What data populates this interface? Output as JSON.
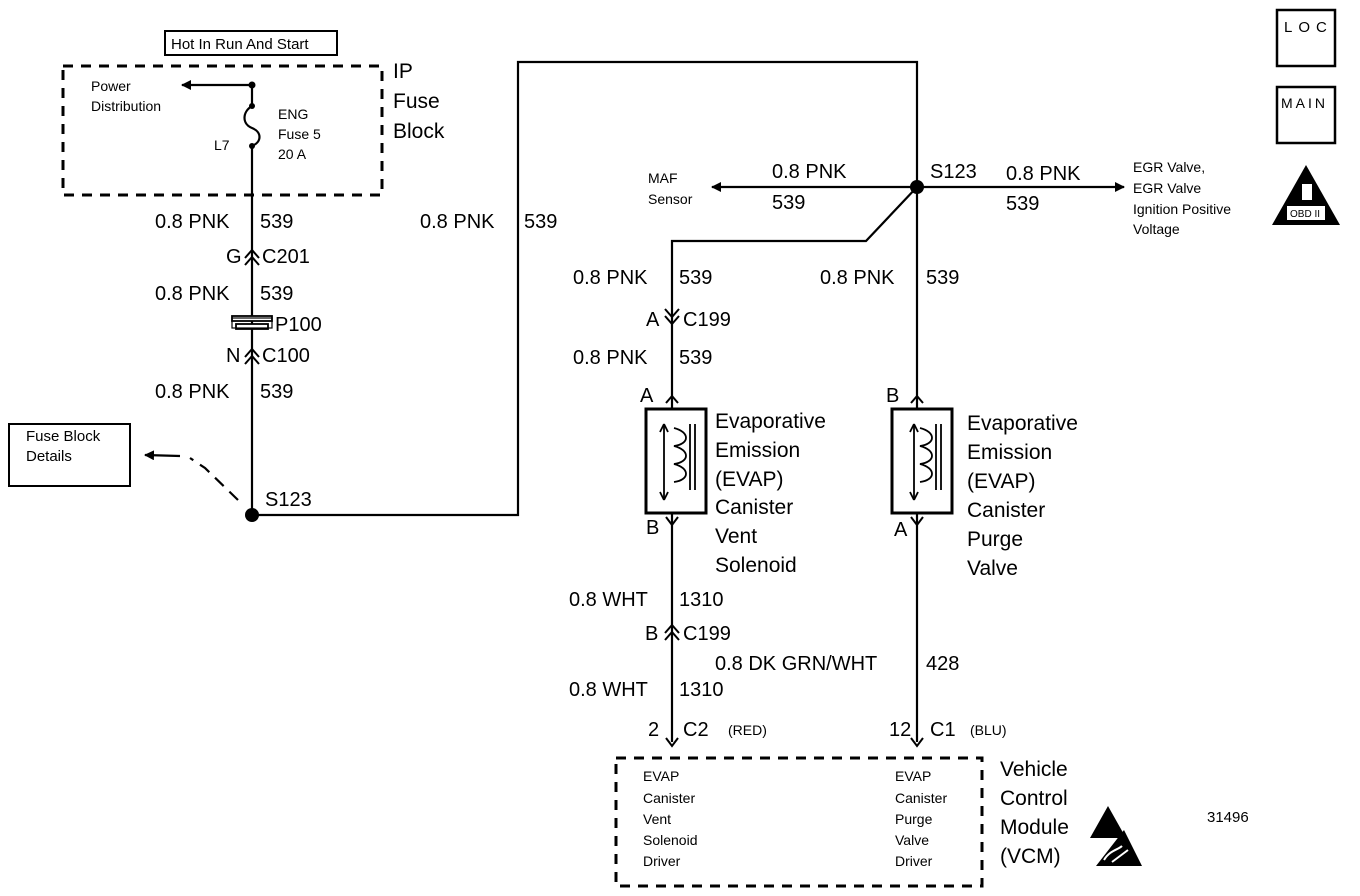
{
  "figure_id": "31496",
  "badges": {
    "loc": "LOC",
    "main": "MAIN",
    "obd": "OBD II"
  },
  "hot_label": "Hot In Run And Start",
  "fuse_block": {
    "title_lines": [
      "IP",
      "Fuse",
      "Block"
    ],
    "power_dist_lines": [
      "Power",
      "Distribution"
    ],
    "fuse_lines": [
      "ENG",
      "Fuse 5",
      "20 A"
    ],
    "fuse_ref": "L7"
  },
  "fuse_block_details_lines": [
    "Fuse Block",
    "Details"
  ],
  "left_chain": {
    "w1_gauge": "0.8 PNK",
    "w1_circ": "539",
    "c201_pin": "G",
    "c201": "C201",
    "w2_gauge": "0.8 PNK",
    "w2_circ": "539",
    "p100": "P100",
    "c100_pin": "N",
    "c100": "C100",
    "w3_gauge": "0.8 PNK",
    "w3_circ": "539",
    "splice": "S123"
  },
  "riser": {
    "gauge": "0.8 PNK",
    "circ": "539"
  },
  "top_splice": {
    "name": "S123",
    "maf_gauge": "0.8 PNK",
    "maf_circ": "539",
    "maf_lines": [
      "MAF",
      "Sensor"
    ],
    "egr_gauge": "0.8 PNK",
    "egr_circ": "539",
    "egr_lines": [
      "EGR Valve,",
      "EGR Valve",
      "Ignition Positive",
      "Voltage"
    ]
  },
  "vent_branch": {
    "w1_gauge": "0.8 PNK",
    "w1_circ": "539",
    "c199_pin": "A",
    "c199": "C199",
    "w2_gauge": "0.8 PNK",
    "w2_circ": "539",
    "top_pin": "A",
    "bottom_pin": "B",
    "name_lines": [
      "Evaporative",
      "Emission",
      "(EVAP)",
      "Canister",
      "Vent",
      "Solenoid"
    ],
    "w3_gauge": "0.8 WHT",
    "w3_circ": "1310",
    "c199b_pin": "B",
    "c199b": "C199",
    "w4_gauge": "0.8 WHT",
    "w4_circ": "1310",
    "conn_pin": "2",
    "conn": "C2",
    "conn_color": "(RED)"
  },
  "purge_branch": {
    "w1_gauge": "0.8 PNK",
    "w1_circ": "539",
    "top_pin": "B",
    "bottom_pin": "A",
    "name_lines": [
      "Evaporative",
      "Emission",
      "(EVAP)",
      "Canister",
      "Purge",
      "Valve"
    ],
    "w2_gauge": "0.8 DK GRN/WHT",
    "w2_circ": "428",
    "conn_pin": "12",
    "conn": "C1",
    "conn_color": "(BLU)"
  },
  "vcm": {
    "title_lines": [
      "Vehicle",
      "Control",
      "Module",
      "(VCM)"
    ],
    "vent_driver_lines": [
      "EVAP",
      "Canister",
      "Vent",
      "Solenoid",
      "Driver"
    ],
    "purge_driver_lines": [
      "EVAP",
      "Canister",
      "Purge",
      "Valve",
      "Driver"
    ]
  }
}
